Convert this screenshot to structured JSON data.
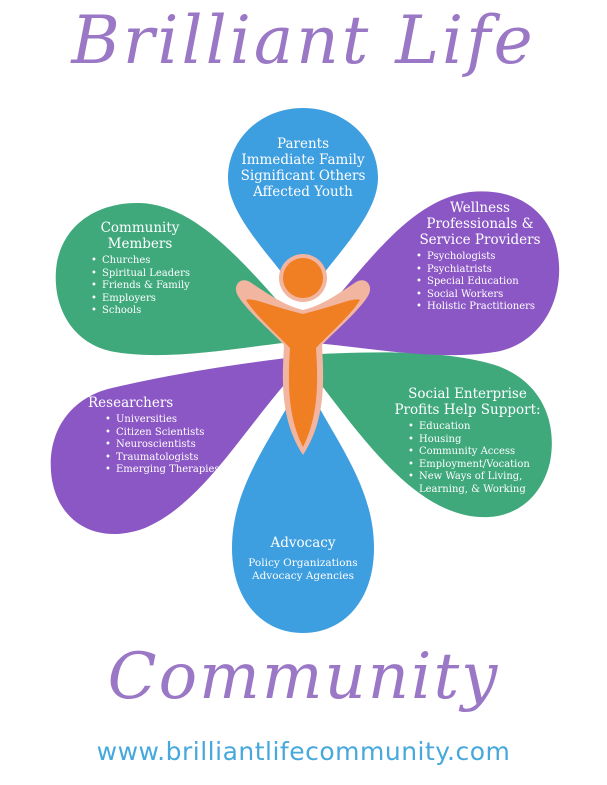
{
  "title": "Brilliant Life",
  "bottom_title": "Community",
  "url": "www.brilliantlifecommunity.com",
  "colors": {
    "blue": "#3d9ee0",
    "green": "#3fa97c",
    "purple": "#8b57c5",
    "orange": "#f07e22",
    "pink": "#f2b5a0",
    "title_purple": "#9b78c5",
    "url_blue": "#46a8dc"
  },
  "petals": {
    "top": {
      "lines": [
        "Parents",
        "Immediate Family",
        "Significant Others",
        "Affected Youth"
      ]
    },
    "upper_left": {
      "heading": [
        "Community",
        "Members"
      ],
      "items": [
        "Churches",
        "Spiritual Leaders",
        "Friends & Family",
        "Employers",
        "Schools"
      ]
    },
    "upper_right": {
      "heading": [
        "Wellness",
        "Professionals &",
        "Service Providers"
      ],
      "items": [
        "Psychologists",
        "Psychiatrists",
        "Special Education",
        "Social Workers",
        "Holistic Practitioners"
      ]
    },
    "lower_left": {
      "heading": [
        "Researchers"
      ],
      "items": [
        "Universities",
        "Citizen Scientists",
        "Neuroscientists",
        "Traumatologists",
        "Emerging Therapies"
      ]
    },
    "lower_right": {
      "heading": [
        "Social Enterprise",
        "Profits Help Support:"
      ],
      "items": [
        "Education",
        "Housing",
        "Community Access",
        "Employment/Vocation",
        "New Ways of Living, Learning, & Working"
      ]
    },
    "bottom": {
      "heading": "Advocacy",
      "lines": [
        "Policy Organizations",
        "Advocacy Agencies"
      ]
    }
  },
  "center_figure": "person-figure"
}
